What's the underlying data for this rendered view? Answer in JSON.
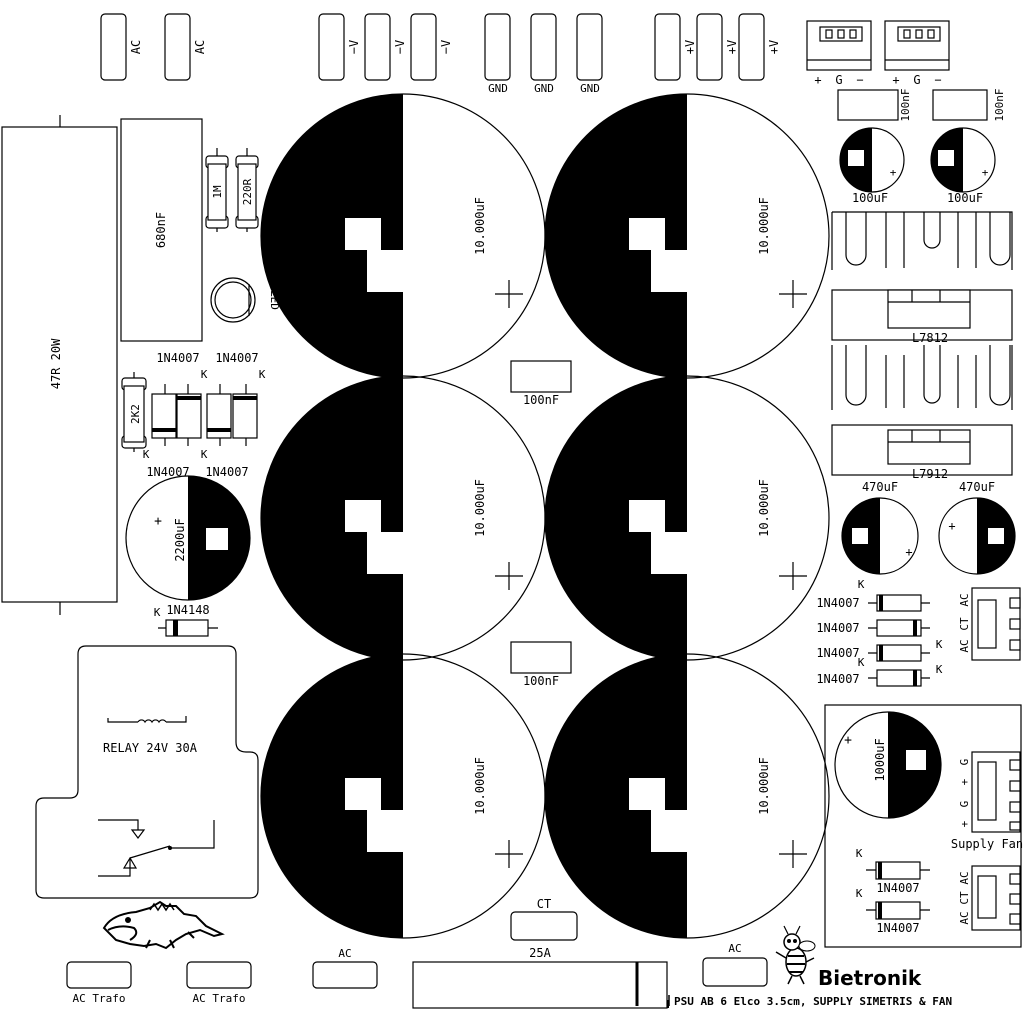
{
  "board": {
    "brand": "Bietronik",
    "title": "PSU AB 6 Elco 3.5cm, SUPPLY SIMETRIS & FAN"
  },
  "top_pads": {
    "ac": "AC",
    "neg_v": "−V",
    "gnd": "GND",
    "pos_v": "+V"
  },
  "fan_headers_top": {
    "pins": [
      "+",
      "G",
      "−"
    ]
  },
  "labels": {
    "cap_100nf": "100nF",
    "cap_100uf": "100uF",
    "cap_470uf": "470uF",
    "cap_10000uf": "10.000uF",
    "cap_2200uf": "2200uF",
    "cap_1000uf": "1000uF",
    "cap_680nf": "680nF",
    "res_47r": "47R 20W",
    "res_1m": "1M",
    "res_220r": "220R",
    "res_2k2": "2K2",
    "led": "LED",
    "diode_1n4007": "1N4007",
    "diode_1n4148": "1N4148",
    "cathode": "K",
    "reg_pos": "L7812",
    "reg_neg": "L7912",
    "relay": "RELAY 24V 30A",
    "plus": "+",
    "ac_ct_ac": [
      "AC",
      "CT",
      "AC"
    ],
    "supply_fan": "Supply Fan",
    "fan_pins": [
      "G",
      "+",
      "G",
      "+"
    ],
    "ac_trafo": "AC Trafo",
    "ac": "AC",
    "ct": "CT",
    "fuse": "25A"
  }
}
